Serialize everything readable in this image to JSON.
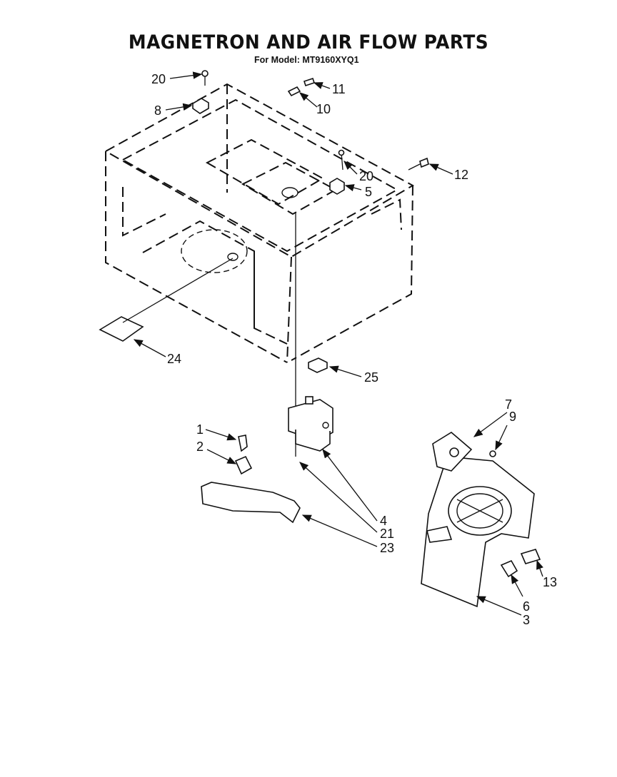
{
  "header": {
    "title": "MAGNETRON AND AIR FLOW PARTS",
    "model_line": "For Model: MT9160XYQ1"
  },
  "callouts": {
    "c20a": "20",
    "c8": "8",
    "c11": "11",
    "c10": "10",
    "c20b": "20",
    "c5": "5",
    "c12": "12",
    "c24": "24",
    "c25": "25",
    "c7": "7",
    "c9": "9",
    "c1": "1",
    "c2": "2",
    "c4": "4",
    "c21": "21",
    "c23": "23",
    "c13": "13",
    "c6": "6",
    "c3": "3"
  }
}
